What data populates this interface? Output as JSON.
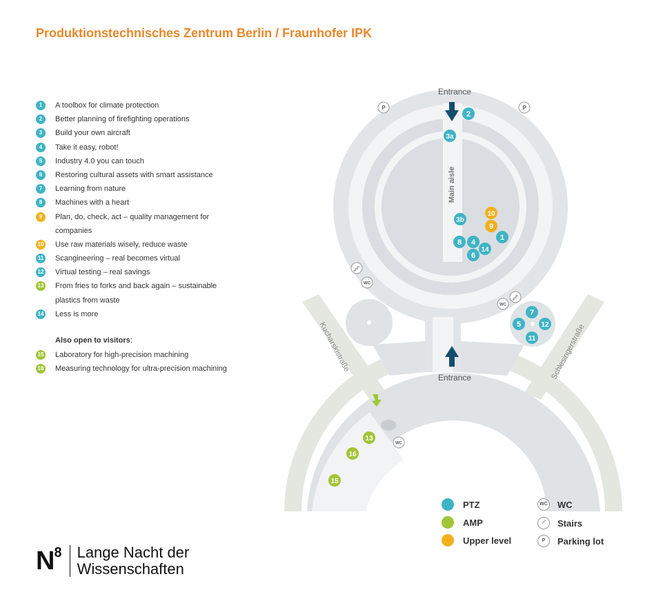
{
  "title": "Produktionstechnisches Zentrum Berlin / Fraunhofer IPK",
  "colors": {
    "ptz": "#3fb4c6",
    "amp": "#a2c437",
    "upper": "#f2b01e",
    "title": "#e8892b",
    "arrow": "#134e6f"
  },
  "exhibits": [
    {
      "num": "1",
      "label": "A toolbox for climate protection",
      "group": "ptz"
    },
    {
      "num": "2",
      "label": "Better planning of firefighting operations",
      "group": "ptz"
    },
    {
      "num": "3",
      "label": "Build your own aircraft",
      "group": "ptz"
    },
    {
      "num": "4",
      "label": "Take it easy, robot!",
      "group": "ptz"
    },
    {
      "num": "5",
      "label": "Industry 4.0 you can touch",
      "group": "ptz"
    },
    {
      "num": "6",
      "label": "Restoring cultural assets with smart assistance",
      "group": "ptz"
    },
    {
      "num": "7",
      "label": "Learning from nature",
      "group": "ptz"
    },
    {
      "num": "8",
      "label": "Machines with a heart",
      "group": "ptz"
    },
    {
      "num": "9",
      "label": "Plan, do, check, act – quality management for companies",
      "group": "upper"
    },
    {
      "num": "10",
      "label": "Use raw materials wisely, reduce waste",
      "group": "upper"
    },
    {
      "num": "11",
      "label": "Scangineering – real becomes virtual",
      "group": "ptz"
    },
    {
      "num": "12",
      "label": "Virtual testing – real savings",
      "group": "ptz"
    },
    {
      "num": "13",
      "label": "From fries to forks and back again – sustainable plastics from waste",
      "group": "amp"
    },
    {
      "num": "14",
      "label": "Less is more",
      "group": "ptz"
    }
  ],
  "also_title": "Also open to visitors",
  "also": [
    {
      "num": "15",
      "label": "Laboratory for high-precision machining",
      "group": "amp"
    },
    {
      "num": "16",
      "label": "Measuring technology for ultra-precision machining",
      "group": "amp"
    }
  ],
  "map": {
    "entrance_top": "Entrance",
    "entrance_bottom": "Entrance",
    "main_aisle": "Main aisle",
    "street_left": "Kucharskistraße",
    "street_right": "Schlesingerstraße",
    "parking": "P",
    "wc": "WC",
    "markers": {
      "m1": "1",
      "m2": "2",
      "m3a": "3a",
      "m3b": "3b",
      "m4": "4",
      "m5": "5",
      "m6": "6",
      "m7": "7",
      "m8": "8",
      "m9": "9",
      "m10": "10",
      "m11": "11",
      "m12": "12",
      "m13": "13",
      "m14": "14",
      "m15": "15",
      "m16": "16"
    }
  },
  "legend": {
    "ptz": "PTZ",
    "amp": "AMP",
    "upper": "Upper level",
    "wc": "WC",
    "stairs": "Stairs",
    "parking": "Parking lot",
    "wc_icon": "WC",
    "parking_icon": "P"
  },
  "logo": {
    "n": "N",
    "sup": "8",
    "line1": "Lange Nacht der",
    "line2": "Wissenschaften"
  }
}
